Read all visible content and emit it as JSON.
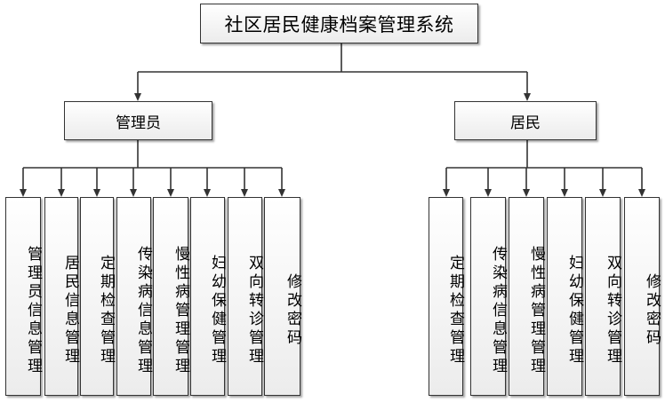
{
  "root": {
    "label": "社区居民健康档案管理系统"
  },
  "roles": [
    {
      "label": "管理员",
      "functions": [
        "管理员信息管理",
        "居民信息管理",
        "定期检查管理",
        "传染病信息管理",
        "慢性病管理管理",
        "妇幼保健管理",
        "双向转诊管理",
        "修改密码"
      ]
    },
    {
      "label": "居民",
      "functions": [
        "定期检查管理",
        "传染病信息管理",
        "慢性病管理管理",
        "妇幼保健管理",
        "双向转诊管理",
        "修改密码"
      ]
    }
  ],
  "colors": {
    "line": "#333333",
    "box_top": "#ffffff",
    "box_bottom": "#ececec"
  }
}
